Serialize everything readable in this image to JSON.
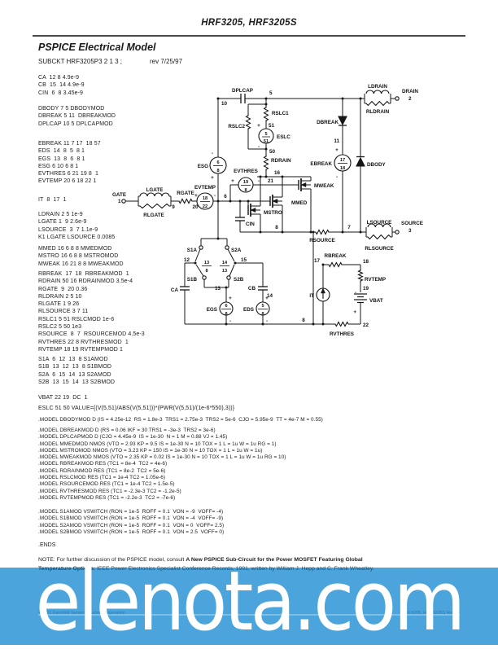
{
  "header": {
    "doc_title": "HRF3205, HRF3205S"
  },
  "titles": {
    "section": "PSPICE Electrical Model",
    "subckt": "SUBCKT HRF3205P3 2 1 3 ;",
    "rev": "rev 7/25/97"
  },
  "netlist": {
    "capacitors": [
      "CA  12 8 4.9e-9",
      "CB  15  14 4.9e-9",
      "CIN  6  8 3.45e-9"
    ],
    "diodes": [
      "DBODY 7 5 DBODYMOD",
      "DBREAK 5 11  DBREAKMOD",
      "DPLCAP 10 5 DPLCAPMOD"
    ],
    "e_sources": [
      "EBREAK 11 7 17  18 57",
      "EDS  14  8  5  8 1",
      "EGS  13  8  6  8 1",
      "ESG 6 10 6 8 1",
      "EVTHRES 6 21 19 8  1",
      "EVTEMP 20 6 18 22 1"
    ],
    "current_source": [
      "IT  8  17  1"
    ],
    "inductors": [
      "LDRAIN 2 5 1e-9",
      "LGATE 1  9 2.6e-9",
      "LSOURCE  3  7 1.1e-9",
      "K1 LGATE LSOURCE 0.0085"
    ],
    "mosfets": [
      "MMED 16 6 8 8 MMEDMOD",
      "MSTRO 16 6 8 8 MSTROMOD",
      "MWEAK 16 21 8 8 MWEAKMOD"
    ],
    "resistors": [
      "RBREAK  17  18  RBREAKMOD  1",
      "RDRAIN 50 16 RDRAINMOD 3.5e-4",
      "RGATE  9  20 0.36",
      "RLDRAIN 2 5 10",
      "RLGATE 1 9 26",
      "RLSOURCE 3 7 11",
      "RSLC1 5 51 RSLCMOD 1e-6",
      "RSLC2 5 50 1e3",
      "RSOURCE  8  7  RSOURCEMOD 4.5e-3",
      "RVTHRES 22 8 RVTHRESMOD  1",
      "RVTEMP 18 19 RVTEMPMOD 1"
    ],
    "switches": [
      "S1A  6  12  13  8 S1AMOD",
      "S1B  13  12  13  8 S1BMOD",
      "S2A  6  15  14  13 S2AMOD",
      "S2B  13  15  14  13 S2BMOD"
    ],
    "battery": [
      "VBAT 22 19  DC  1"
    ],
    "eslc": [
      "ESLC 51 50 VALUE={(V(5,51)/ABS(V(5,51)))*(PWR(V(5,51)/(1e-6*550),3))}"
    ],
    "model_dbody": [
      ".MODEL DBODYMOD D (IS = 4.25e-12  RS = 1.8e-3  TRS1 = 2.75e-3  TRS2 = 5e-6  CJO = 5.95e-9  TT = 4e-7 M = 0.55)"
    ],
    "models": [
      ".MODEL DBREAKMOD D (RS = 0.06 IKF = 30 TRS1 = -3e-3  TRS2 = 3e-6)",
      ".MODEL DPLCAPMOD D (CJO = 4.45e-9  IS = 1e-30  N = 1 M = 0.88 VJ = 1.45)",
      ".MODEL MMEDMOD NMOS (VTO = 2.93 KP = 9.5 IS = 1e-30 N = 10 TOX = 1 L = 1u W = 1u RG = 1)",
      ".MODEL MSTROMOD NMOS (VTO = 3.23 KP = 150 IS = 1e-30 N = 10 TOX = 1 L = 1u W = 1u)",
      ".MODEL MWEAKMOD NMOS (VTO = 2.35 KP = 0.02 IS = 1e-30 N = 10 TOX = 1 L = 1u W = 1u RG = 10)",
      ".MODEL RBREAKMOD RES (TC1 = 8e-4  TC2 = 4e-6)",
      ".MODEL RDRAINMOD RES (TC1 = 8e-2  TC2 = 5e-6)",
      ".MODEL RSLCMOD RES (TC1 = 1e-4 TC2 = 1.05e-6)",
      ".MODEL RSOURCEMOD RES (TC1 = 1e-4 TC2 = 1.5e-5)",
      ".MODEL RVTHRESMOD RES (TC1 = -2.3e-3 TC2 = -1.2e-5)",
      ".MODEL RVTEMPMOD RES (TC1 = -2.2e-3  TC2 = -7e-6)"
    ],
    "switch_models": [
      ".MODEL S1AMOD VSWITCH (RON = 1e-5  ROFF = 0.1  VON = -9  VOFF= -4)",
      ".MODEL S1BMOD VSWITCH (RON = 1e-5  ROFF = 0.1  VON = -4  VOFF= -9)",
      ".MODEL S2AMOD VSWITCH (RON = 1e-5  ROFF = 0.1  VON = 0  VOFF= 2.5)",
      ".MODEL S2BMOD VSWITCH (RON = 1e-5  ROFF = 0.1  VON = 2.5  VOFF= 0)"
    ],
    "ends": ".ENDS"
  },
  "note": {
    "prefix": "NOTE:  For further discussion of the PSPICE model, consult ",
    "bold_title_1": "A New PSPICE Sub-Circuit for the Power MOSFET Featuring Global",
    "bold_title_2": "Temperature Options",
    "suffix": "; IEEE Power Electronics Specialist Conference Records, 1991, written by William J. Hepp and C. Frank Wheatley."
  },
  "watermark": {
    "site": "elenota.com",
    "bg_color": "#4BA4DB",
    "text_color": "#FFFFFF",
    "rule_color": "#7CC0E8",
    "footer_text_color": "#2E7CB5"
  },
  "footer": {
    "copyright": "©2001 Fairchild Semiconductor Corporation",
    "doc_ref": "HRF3205, HRF3205S Rev. B"
  },
  "diagram": {
    "labels": [
      [
        "DPLCAP",
        168,
        18,
        "m"
      ],
      [
        "10",
        142,
        34,
        "s"
      ],
      [
        "5",
        201,
        21,
        "s"
      ],
      [
        "RSLC1",
        204,
        46,
        "s"
      ],
      [
        "51",
        200,
        61,
        "s"
      ],
      [
        "+",
        188,
        61,
        "m"
      ],
      [
        "ESLC",
        210,
        75,
        "s"
      ],
      [
        "-",
        188,
        87,
        "m"
      ],
      [
        "50",
        201,
        93,
        "s"
      ],
      [
        "RSLC2",
        171,
        62,
        "e"
      ],
      [
        "RDRAIN",
        203,
        104,
        "s"
      ],
      [
        "16",
        207,
        119,
        "s"
      ],
      [
        "21",
        199,
        129,
        "s"
      ],
      [
        "EVTHRES",
        172,
        117,
        "m"
      ],
      [
        "+",
        156,
        129,
        "m"
      ],
      [
        "-",
        188,
        129,
        "m"
      ],
      [
        "MWEAK",
        256,
        135,
        "s"
      ],
      [
        "MMED",
        228,
        156,
        "s"
      ],
      [
        "MSTRO",
        194,
        168,
        "s"
      ],
      [
        "CIN",
        172,
        182,
        "s"
      ],
      [
        "8",
        210,
        186,
        "m"
      ],
      [
        "RSOURCE",
        266,
        202,
        "m"
      ],
      [
        "7",
        299,
        186,
        "m"
      ],
      [
        "LSOURCE",
        336,
        180,
        "m"
      ],
      [
        "RLSOURCE",
        336,
        212,
        "m"
      ],
      [
        "SOURCE",
        363,
        181,
        "s"
      ],
      [
        "3",
        372,
        190,
        "s"
      ],
      [
        "DBREAK",
        286,
        57,
        "e"
      ],
      [
        "11",
        287,
        80,
        "e"
      ],
      [
        "+",
        284,
        91,
        "m"
      ],
      [
        "EBREAK",
        278,
        108,
        "e"
      ],
      [
        "-",
        284,
        124,
        "m"
      ],
      [
        "DBODY",
        321,
        109,
        "s"
      ],
      [
        "LDRAIN",
        334,
        13,
        "m"
      ],
      [
        "RLDRAIN",
        334,
        44,
        "m"
      ],
      [
        "DRAIN",
        364,
        19,
        "s"
      ],
      [
        "2",
        372,
        28,
        "s"
      ],
      [
        "GATE",
        8,
        146,
        "s"
      ],
      [
        "1",
        15,
        154,
        "s"
      ],
      [
        "LGATE",
        60,
        140,
        "m"
      ],
      [
        "RLGATE",
        59,
        171,
        "m"
      ],
      [
        "9",
        83,
        161,
        "m"
      ],
      [
        "RGATE",
        98,
        144,
        "m"
      ],
      [
        "20",
        110,
        161,
        "m"
      ],
      [
        "+",
        111,
        147,
        "m"
      ],
      [
        "EVTEMP",
        122,
        137,
        "m"
      ],
      [
        "-",
        134,
        147,
        "m"
      ],
      [
        "6",
        147,
        148,
        "m"
      ],
      [
        "ESG",
        126,
        111,
        "e"
      ],
      [
        "-",
        131,
        95,
        "m"
      ],
      [
        "+",
        131,
        125,
        "m"
      ],
      [
        "S1A",
        112,
        214,
        "e"
      ],
      [
        "S2A",
        154,
        214,
        "s"
      ],
      [
        "12",
        103,
        226,
        "e"
      ],
      [
        "15",
        166,
        226,
        "s"
      ],
      [
        "S1B",
        112,
        250,
        "e"
      ],
      [
        "S2B",
        157,
        250,
        "s"
      ],
      [
        "13",
        141,
        261,
        "e"
      ],
      [
        "CA",
        89,
        263,
        "e"
      ],
      [
        "CB",
        184,
        261,
        "e"
      ],
      [
        "14",
        198,
        270,
        "s"
      ],
      [
        "+",
        153,
        273,
        "m"
      ],
      [
        "EGS",
        137,
        287,
        "e"
      ],
      [
        "-",
        153,
        301,
        "m"
      ],
      [
        "+",
        198,
        273,
        "m"
      ],
      [
        "EDS",
        182,
        287,
        "e"
      ],
      [
        "-",
        198,
        301,
        "m"
      ],
      [
        "8",
        243,
        300,
        "m"
      ],
      [
        "IT",
        256,
        270,
        "e"
      ],
      [
        "17",
        263,
        227,
        "e"
      ],
      [
        "RBREAK",
        282,
        221,
        "m"
      ],
      [
        "18",
        316,
        228,
        "s"
      ],
      [
        "RVTEMP",
        318,
        250,
        "s"
      ],
      [
        "19",
        316,
        261,
        "s"
      ],
      [
        "-",
        308,
        266,
        "e"
      ],
      [
        "VBAT",
        324,
        276,
        "s"
      ],
      [
        "+",
        308,
        290,
        "e"
      ],
      [
        "22",
        316,
        306,
        "s"
      ],
      [
        "RVTHRES",
        290,
        317,
        "m"
      ],
      [
        "5",
        197,
        71,
        "m",
        5.6
      ],
      [
        "51",
        197,
        80,
        "m",
        5.6
      ],
      [
        "17",
        291,
        103,
        "m",
        5.6
      ],
      [
        "18",
        291,
        113,
        "m",
        5.6
      ],
      [
        "6",
        138,
        106,
        "m",
        5.6
      ],
      [
        "8",
        138,
        116,
        "m",
        5.6
      ],
      [
        "18",
        122,
        150,
        "m",
        5.6
      ],
      [
        "22",
        122,
        160,
        "m",
        5.6
      ],
      [
        "19",
        172,
        130,
        "m",
        5.6
      ],
      [
        "8",
        172,
        140,
        "m",
        5.6
      ],
      [
        "6",
        148,
        282,
        "m",
        5.6
      ],
      [
        "8",
        148,
        292,
        "m",
        5.6
      ],
      [
        "5",
        193,
        282,
        "m",
        5.6
      ],
      [
        "8",
        193,
        292,
        "m",
        5.6
      ],
      [
        "13",
        124,
        229,
        "m",
        5.6
      ],
      [
        "8",
        124,
        239,
        "m",
        5.6
      ],
      [
        "14",
        146,
        229,
        "m",
        5.6
      ],
      [
        "13",
        146,
        239,
        "m",
        5.6
      ]
    ]
  }
}
